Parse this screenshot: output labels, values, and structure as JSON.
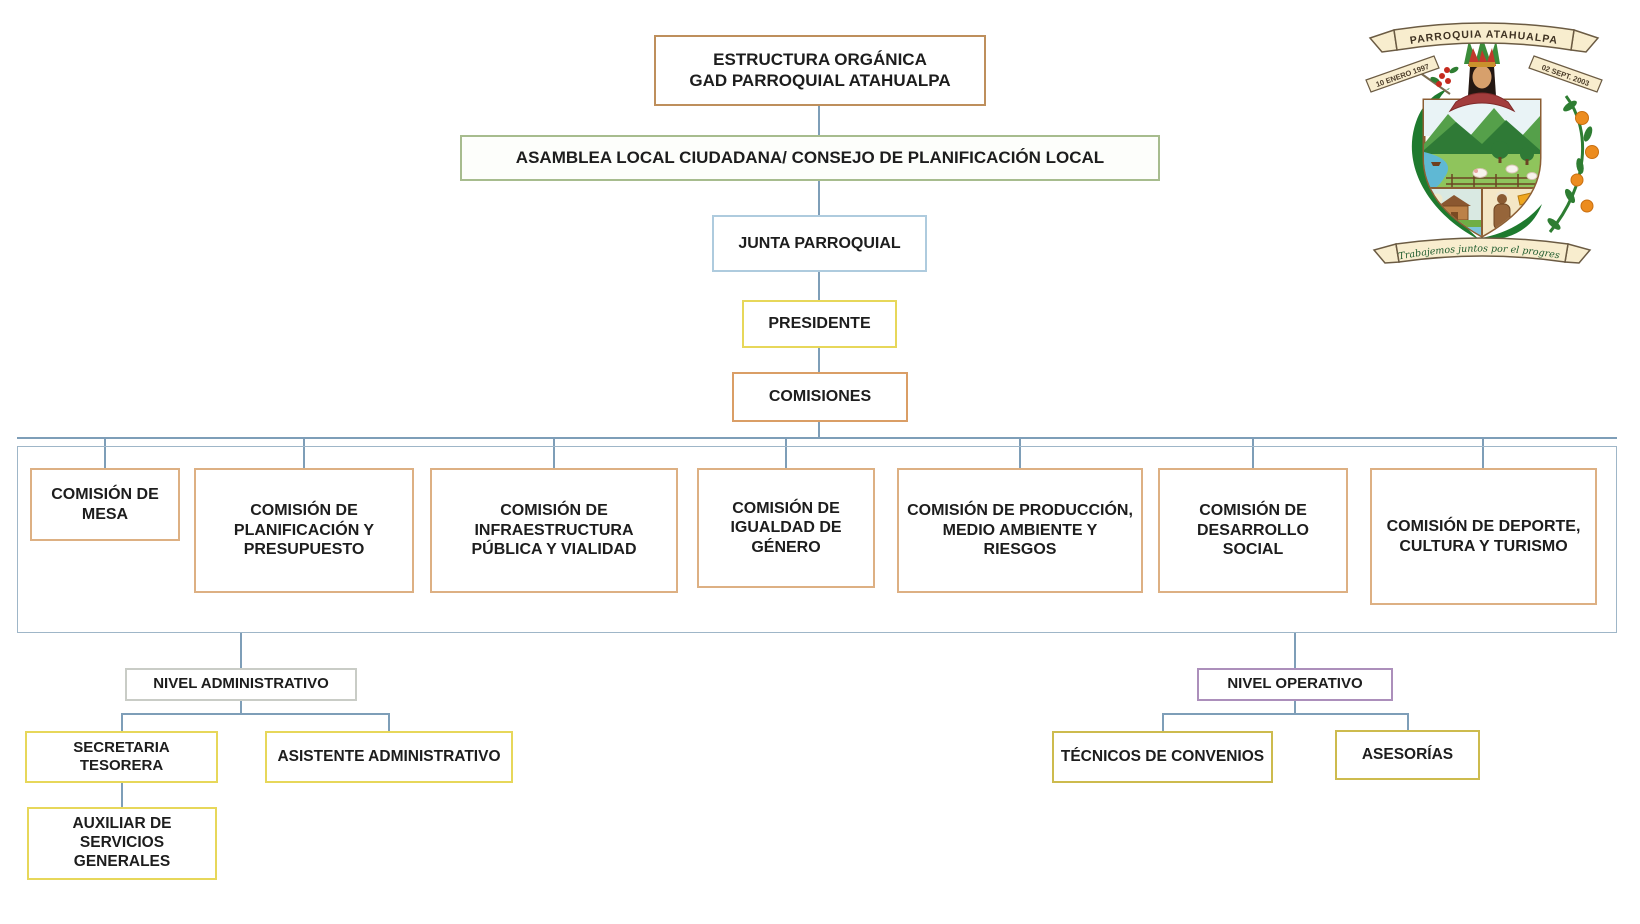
{
  "org_chart": {
    "title": {
      "line1": "ESTRUCTURA ORGÁNICA",
      "line2": "GAD PARROQUIAL ATAHUALPA"
    },
    "asamblea_label": "ASAMBLEA LOCAL CIUDADANA/ CONSEJO DE PLANIFICACIÓN LOCAL",
    "junta_label": "JUNTA PARROQUIAL",
    "presidente_label": "PRESIDENTE",
    "comisiones_label": "COMISIONES",
    "commissions": [
      {
        "label": "COMISIÓN DE MESA"
      },
      {
        "label": "COMISIÓN DE PLANIFICACIÓN Y PRESUPUESTO"
      },
      {
        "label": "COMISIÓN DE INFRAESTRUCTURA PÚBLICA Y VIALIDAD"
      },
      {
        "label": "COMISIÓN DE IGUALDAD DE GÉNERO"
      },
      {
        "label": "COMISIÓN DE PRODUCCIÓN, MEDIO AMBIENTE Y RIESGOS"
      },
      {
        "label": "COMISIÓN DE DESARROLLO SOCIAL"
      },
      {
        "label": "COMISIÓN DE DEPORTE, CULTURA Y TURISMO"
      }
    ],
    "admin": {
      "label": "NIVEL ADMINISTRATIVO",
      "secretaria_label": "SECRETARIA TESORERA",
      "asistente_label": "ASISTENTE ADMINISTRATIVO",
      "auxiliar_label": "AUXILIAR DE SERVICIOS GENERALES"
    },
    "operativo": {
      "label": "NIVEL OPERATIVO",
      "tecnicos_label": "TÉCNICOS DE CONVENIOS",
      "asesorias_label": "ASESORÍAS"
    }
  },
  "logo": {
    "banner_top": "PARROQUIA ATAHUALPA",
    "ribbon_left": "10 ENERO 1997",
    "ribbon_right": "02 SEPT. 2003",
    "motto": "Trabajemos juntos por el progreso"
  },
  "colors": {
    "connector": "#7E9EB8",
    "title_border": "#BE8F5C",
    "asamblea_border": "#A7BC8E",
    "junta_border": "#AECBDE",
    "presidente_border": "#E7D75A",
    "comisiones_border": "#DA9E66",
    "commission_border": "#DDB083",
    "frame_border": "#9FB6C8",
    "admin_border": "#C9CCC6",
    "admin_child_border": "#E7D75A",
    "operativo_border": "#AC8FBB",
    "operativo_child_border": "#CDBB4E",
    "shield_outline": "#8B5E34",
    "banner_fill": "#F8EDCE"
  }
}
